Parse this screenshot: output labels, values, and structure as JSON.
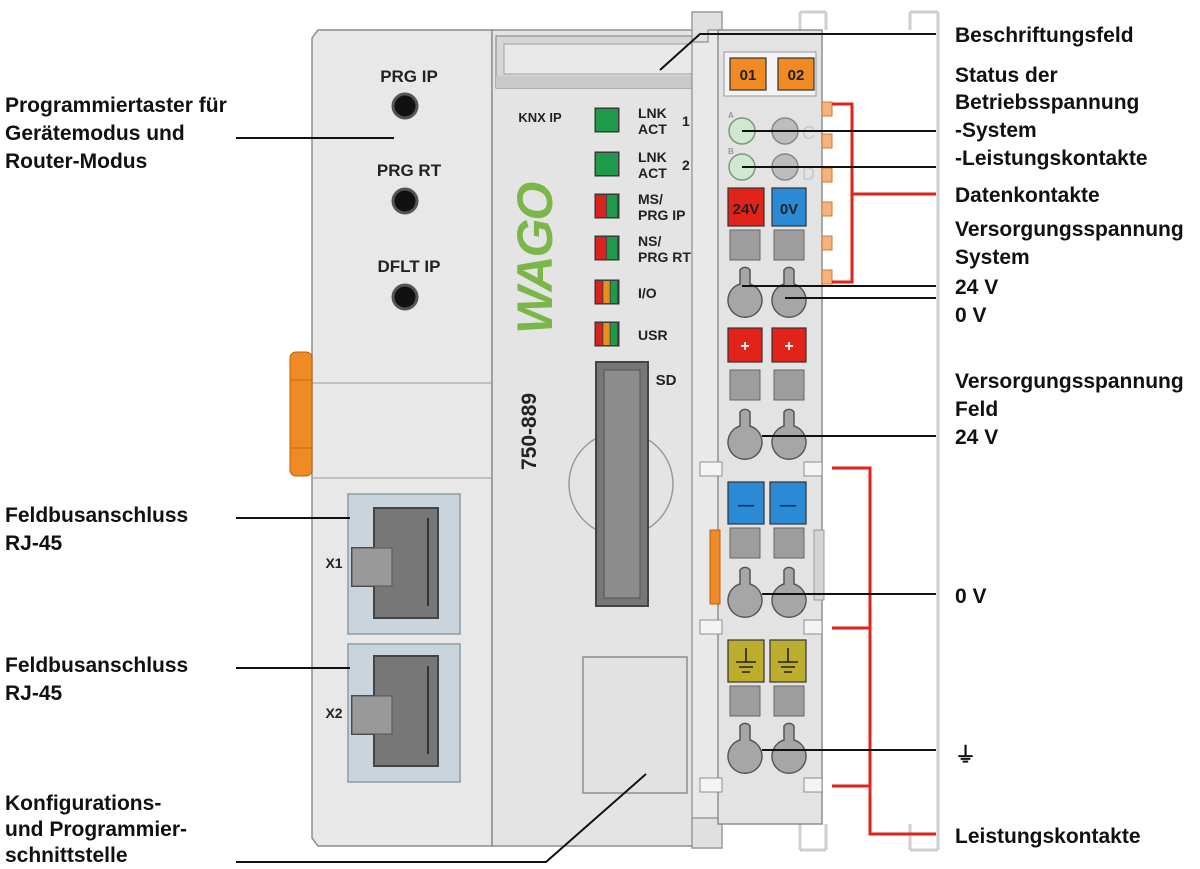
{
  "labels": {
    "left": {
      "prog_button": [
        "Programmiertaster für",
        "Gerätemodus und",
        "Router-Modus"
      ],
      "fieldbus_x1": [
        "Feldbusanschluss",
        "RJ-45"
      ],
      "fieldbus_x2": [
        "Feldbusanschluss",
        "RJ-45"
      ],
      "config_interface": [
        "Konfigurations-",
        "und Programmier-",
        "schnittstelle"
      ]
    },
    "right": {
      "label_field": "Beschriftungsfeld",
      "status": [
        "Status der",
        "Betriebsspannung",
        "-System",
        "-Leistungskontakte"
      ],
      "data_contacts": "Datenkontakte",
      "supply_system": [
        "Versorgungsspannung",
        "System",
        "24 V",
        "0 V"
      ],
      "supply_field": [
        "Versorgungsspannung",
        "Feld",
        "24 V"
      ],
      "zero_v": "0 V",
      "ground_symbol": "⏚",
      "power_contacts": "Leistungskontakte"
    }
  },
  "device": {
    "buttons": [
      "PRG IP",
      "PRG RT",
      "DFLT IP"
    ],
    "protocol": "KNX IP",
    "brand": "WAGO",
    "model": "750-889",
    "ports": [
      "X1",
      "X2"
    ],
    "sd_label": "SD",
    "leds": [
      {
        "label": [
          "LNK",
          "ACT"
        ],
        "suffix": "1",
        "colors": [
          "#1f9a4a"
        ]
      },
      {
        "label": [
          "LNK",
          "ACT"
        ],
        "suffix": "2",
        "colors": [
          "#1f9a4a"
        ]
      },
      {
        "label": [
          "MS/",
          "PRG IP"
        ],
        "suffix": "",
        "colors": [
          "#d9231c",
          "#1f9a4a"
        ]
      },
      {
        "label": [
          "NS/",
          "PRG RT"
        ],
        "suffix": "",
        "colors": [
          "#d9231c",
          "#1f9a4a"
        ]
      },
      {
        "label": [
          "I/O"
        ],
        "suffix": "",
        "colors": [
          "#d9231c",
          "#e8901c",
          "#1f9a4a"
        ]
      },
      {
        "label": [
          "USR"
        ],
        "suffix": "",
        "colors": [
          "#d9231c",
          "#e8901c",
          "#1f9a4a"
        ]
      }
    ],
    "terminal": {
      "status_tags": [
        "01",
        "02"
      ],
      "status_letters": [
        "A",
        "B",
        "C",
        "D"
      ],
      "supply_tags": [
        "24V",
        "0V"
      ],
      "plus_tags": [
        "+",
        "+"
      ],
      "minus_tags": [
        "—",
        "—"
      ]
    }
  },
  "colors": {
    "housing": "#e6e6e6",
    "outline": "#9a9a9a",
    "wago_green": "#7ab648",
    "orange": "#f08a24",
    "red_line": "#e2231a",
    "blue_tag": "#2a8ad6",
    "red_tag": "#e2231a",
    "ground_tag": "#bcae2c"
  }
}
